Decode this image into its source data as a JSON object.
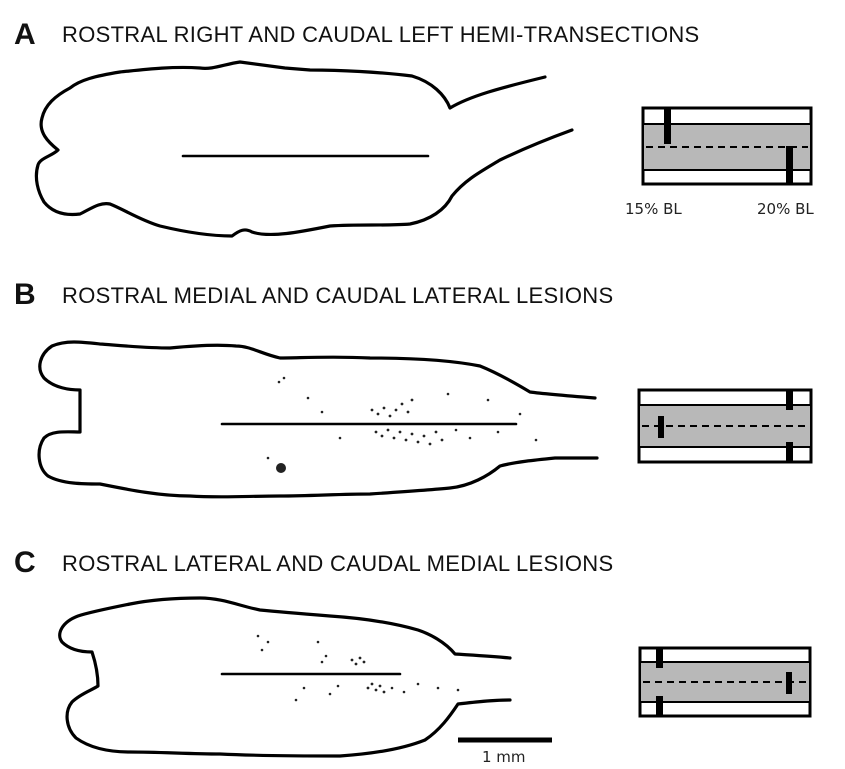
{
  "panels": [
    {
      "letter": "A",
      "title": "ROSTRAL RIGHT AND CAUDAL LEFT HEMI-TRANSECTIONS",
      "diagram": {
        "left_label": "15% BL",
        "right_label": "20% BL"
      }
    },
    {
      "letter": "B",
      "title": "ROSTRAL MEDIAL AND CAUDAL LATERAL LESIONS"
    },
    {
      "letter": "C",
      "title": "ROSTRAL LATERAL AND CAUDAL MEDIAL LESIONS"
    }
  ],
  "scale_bar": {
    "label": "1 mm"
  }
}
